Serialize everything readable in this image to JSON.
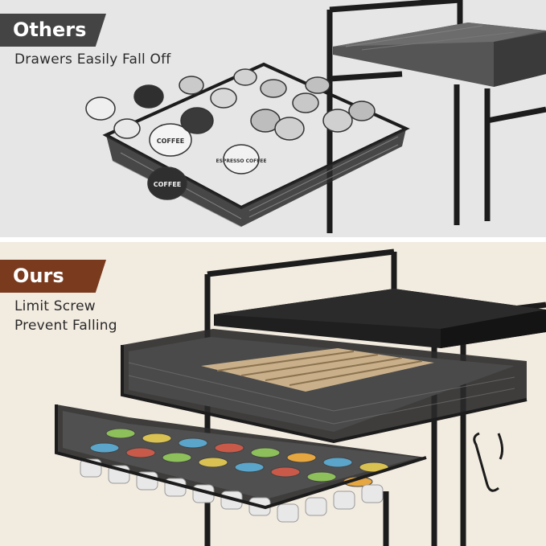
{
  "others": {
    "badge": "Others",
    "caption": "Drawers Easily Fall Off",
    "pod_label": "COFFEE",
    "pod_label_alt": "ESPRESSO COFFEE"
  },
  "ours": {
    "badge": "Ours",
    "caption_line1": "Limit Screw",
    "caption_line2": "Prevent Falling"
  },
  "colors": {
    "top_background": "#e6e6e6",
    "bottom_background": "#f2ebe0",
    "others_badge": "#444444",
    "ours_badge": "#7a3a1e",
    "frame_black": "#1c1c1c",
    "shelf_gray": "#4a4a4a"
  }
}
